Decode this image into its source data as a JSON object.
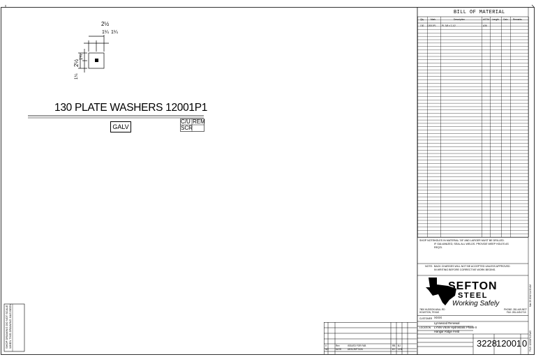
{
  "drawing": {
    "title": "130 PLATE WASHERS 12001P1",
    "galv_label": "GALV",
    "cu_label": "C/U",
    "rem_label": "REM",
    "scr_label": "SCR",
    "dims": {
      "top_width": "2½",
      "left_offset": "1¼",
      "right_offset": "1¼",
      "height": "2½",
      "upper_offset": "1¼",
      "lower_offset": "1¼"
    }
  },
  "bom": {
    "title": "BILL OF MATERIAL",
    "header_top": [
      "Item",
      "",
      "Material",
      "",
      "",
      "",
      ""
    ],
    "columns": [
      "Qty",
      "Mark",
      "Description",
      "ASTM",
      "Length",
      "Galv",
      "Remarks"
    ],
    "rows": [
      {
        "qty": "130",
        "mark": "12001P1",
        "desc": "PL 3/8 x 2-1/2",
        "astm": "A36",
        "length": "",
        "galv": "",
        "remarks": ""
      }
    ],
    "row_count": 64
  },
  "notes": {
    "shop_note_label": "SHOP NOTE:",
    "shop_note_lines": [
      "HOLES IN MATERIAL 7/8\" AND LARGER MUST BE DRILLED.",
      "IF GALVANIZED, SEAL ALL WELDS. PROVIDE WEEP HOLES AS",
      "REQ'D."
    ],
    "note_label": "NOTE:",
    "note_lines": [
      "BACK CHARGES WILL NOT BE ACCEPTED UNLESS APPROVED",
      "IN WRITING BEFORE CORRECTIVE WORK BEGINS."
    ]
  },
  "company": {
    "name_line1": "SEFTON",
    "name_line2": "STEEL",
    "tagline": "Working Safely",
    "address_line1": "7800 HUDSON WALL RD",
    "address_line2": "HOUSTON, TEXAS",
    "phone": "PHONE: 281-449-9677",
    "fax": "FAX: 281-449-0710"
  },
  "title_block": {
    "customer_label": "CUSTOMER",
    "customer_value": "XXXX",
    "project_label": "PROJECT",
    "project_value": "Lynnwood Renewal",
    "location_label": "LOCATION",
    "location_value": "LYNN VIEW Hydrostatic Phase II",
    "extra_value": "Hangar Ridge Field",
    "job_label": "JOB",
    "job_value": "3228",
    "sheet_value": "12001",
    "rev_value": "0"
  },
  "revisions": {
    "header": [
      "NO",
      "DATE",
      "DESCRIPTION",
      "BY",
      "CHK"
    ],
    "row1": [
      "0",
      "Rev",
      "ISSUED FOR FAB",
      "RB",
      "BJ"
    ]
  },
  "stamp": {
    "line1": "SHOP DRAWING DO NOT SCALE",
    "line2": "WHEN THIS DRAWING HAS BEEN"
  },
  "edge_text": {
    "right1": "Mar 25 2012 11:32 AM",
    "right2": "FILE: 12001P1.DWG"
  }
}
